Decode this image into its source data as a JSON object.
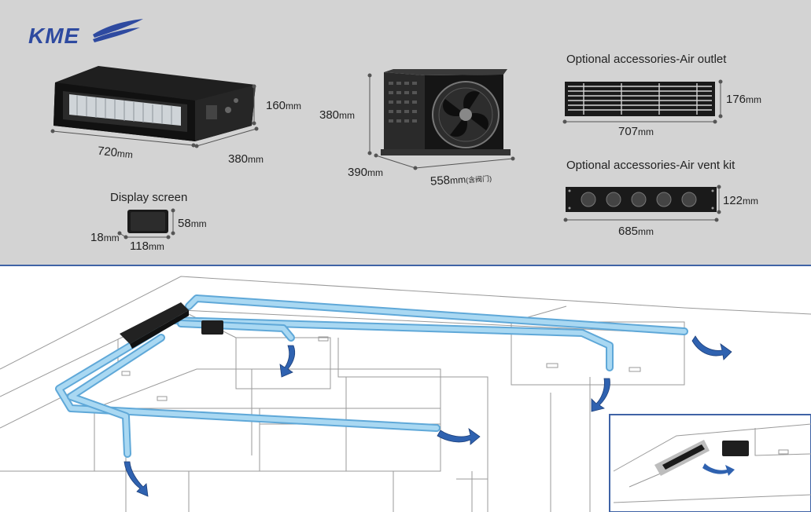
{
  "brand": {
    "logo_text": "KME",
    "color": "#2e4aa0"
  },
  "units": {
    "height": {
      "value": "160",
      "unit": "mm"
    },
    "length": {
      "value": "720",
      "unit": "mm"
    },
    "depth": {
      "value": "380",
      "unit": "mm"
    }
  },
  "condenser": {
    "height": {
      "value": "380",
      "unit": "mm"
    },
    "depth": {
      "value": "390",
      "unit": "mm"
    },
    "width": {
      "value": "558",
      "unit": "mm",
      "note": "(含阀门)"
    }
  },
  "display": {
    "title": "Display screen",
    "height": {
      "value": "58",
      "unit": "mm"
    },
    "width": {
      "value": "118",
      "unit": "mm"
    },
    "thickness": {
      "value": "18",
      "unit": "mm"
    }
  },
  "air_outlet": {
    "title": "Optional accessories-Air outlet",
    "height": {
      "value": "176",
      "unit": "mm"
    },
    "width": {
      "value": "707",
      "unit": "mm"
    }
  },
  "vent_kit": {
    "title": "Optional accessories-Air vent kit",
    "height": {
      "value": "122",
      "unit": "mm"
    },
    "width": {
      "value": "685",
      "unit": "mm"
    }
  },
  "colors": {
    "top_bg": "#d3d3d3",
    "duct": "#8ec7ea",
    "arrow": "#2f62b0",
    "divider": "#3f63a6"
  }
}
